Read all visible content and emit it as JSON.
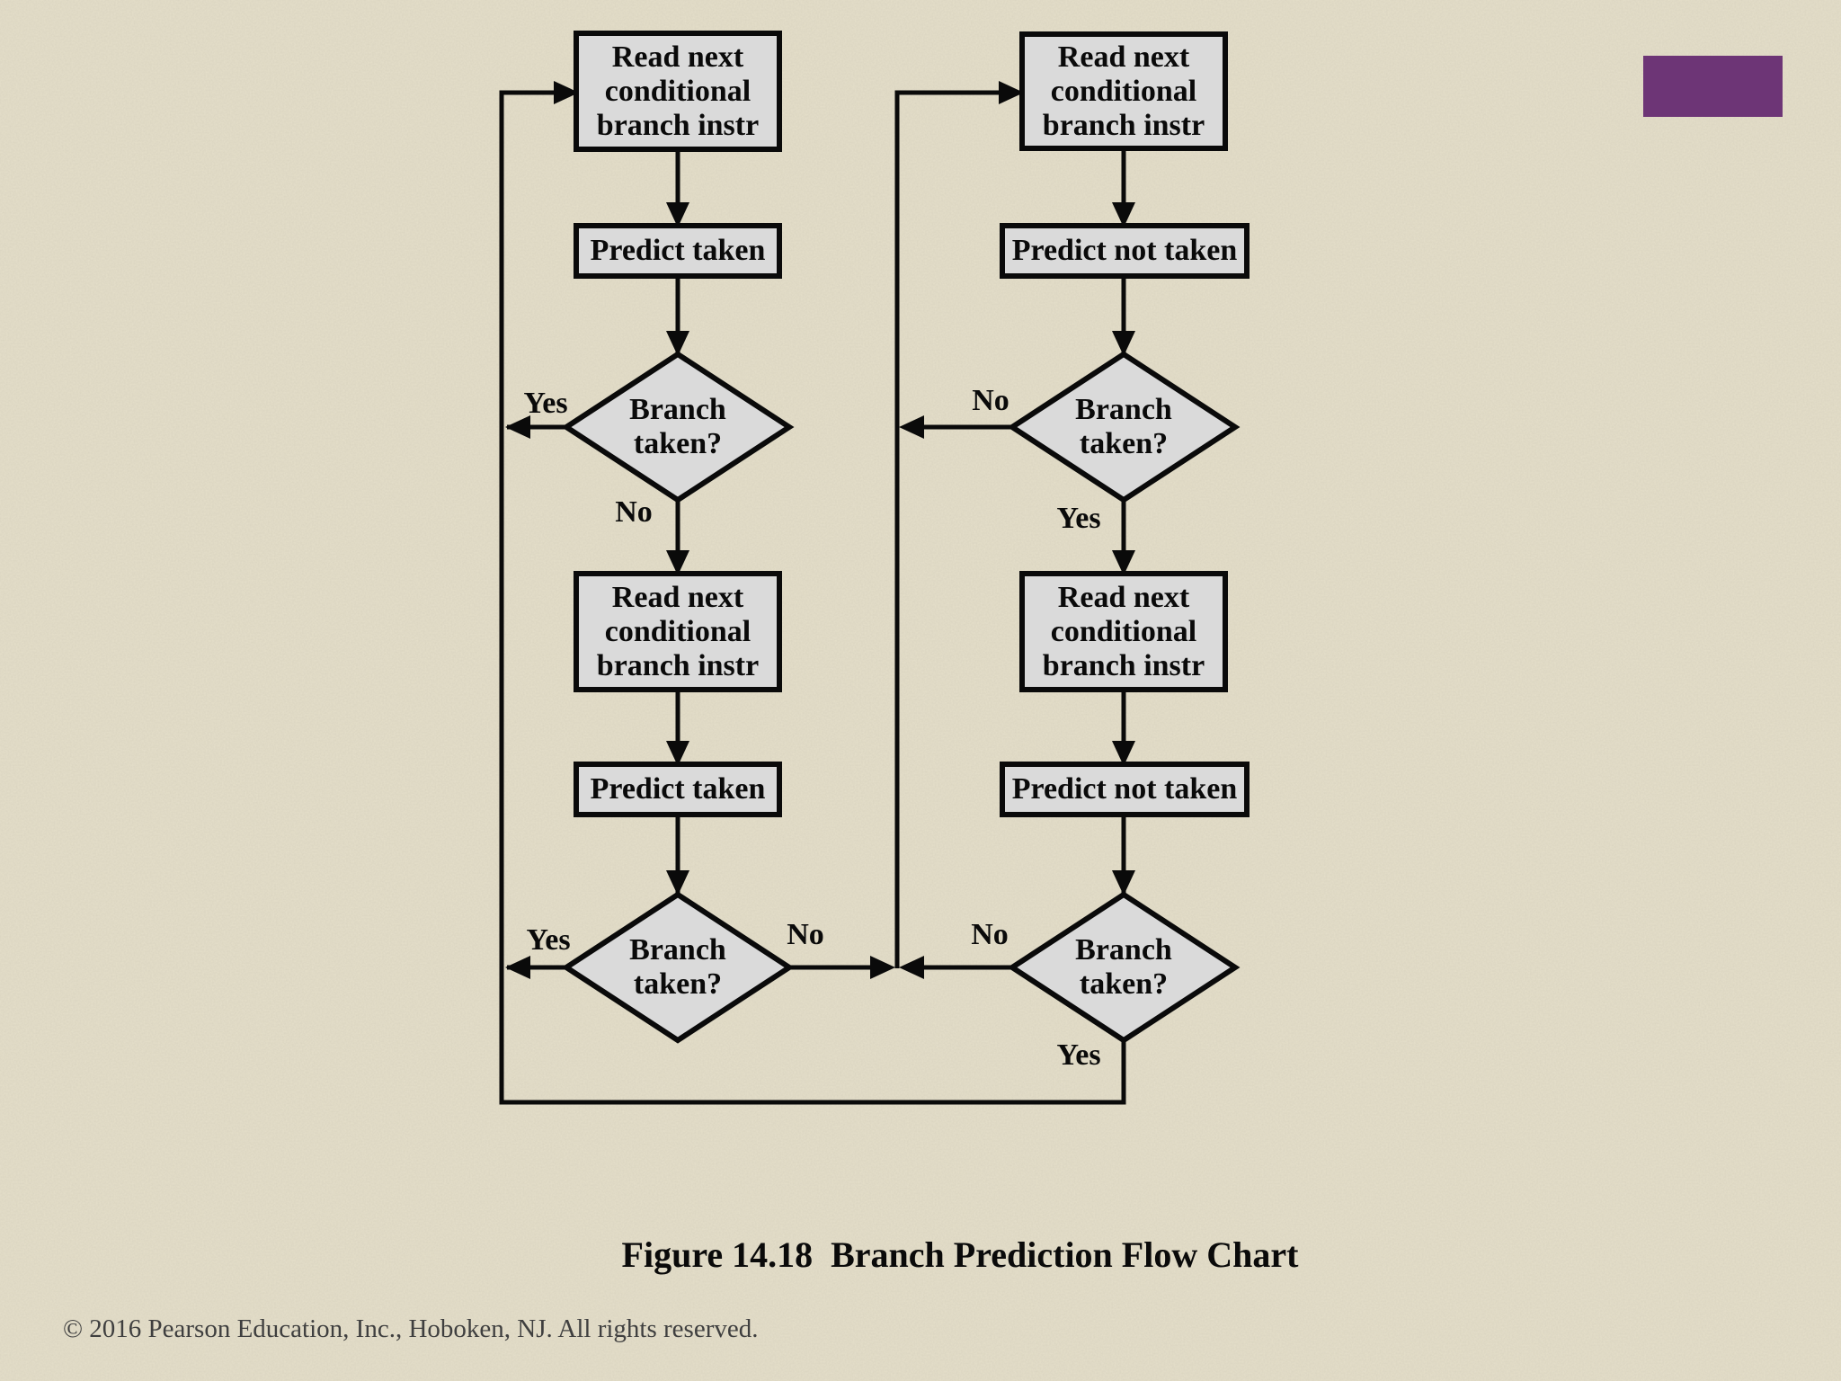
{
  "figure": {
    "caption": "Figure 14.18  Branch Prediction Flow Chart",
    "copyright": "© 2016 Pearson Education, Inc., Hoboken, NJ. All rights reserved."
  },
  "left_column": {
    "read_box_top": [
      "Read next",
      "conditional",
      "branch instr"
    ],
    "predict_box_top": "Predict taken",
    "decision_top": [
      "Branch",
      "taken?"
    ],
    "decision_top_yes": "Yes",
    "decision_top_no": "No",
    "read_box_bottom": [
      "Read next",
      "conditional",
      "branch instr"
    ],
    "predict_box_bottom": "Predict taken",
    "decision_bottom": [
      "Branch",
      "taken?"
    ],
    "decision_bottom_yes": "Yes",
    "decision_bottom_no": "No"
  },
  "right_column": {
    "read_box_top": [
      "Read next",
      "conditional",
      "branch instr"
    ],
    "predict_box_top": "Predict not taken",
    "decision_top": [
      "Branch",
      "taken?"
    ],
    "decision_top_no": "No",
    "decision_top_yes": "Yes",
    "read_box_bottom": [
      "Read next",
      "conditional",
      "branch instr"
    ],
    "predict_box_bottom": "Predict not taken",
    "decision_bottom": [
      "Branch",
      "taken?"
    ],
    "decision_bottom_no": "No",
    "decision_bottom_yes": "Yes"
  },
  "colors": {
    "background": "#e5dfca",
    "shape_fill": "#dadada",
    "line": "#0a0a0a",
    "accent_rectangle": "#6d3576"
  }
}
